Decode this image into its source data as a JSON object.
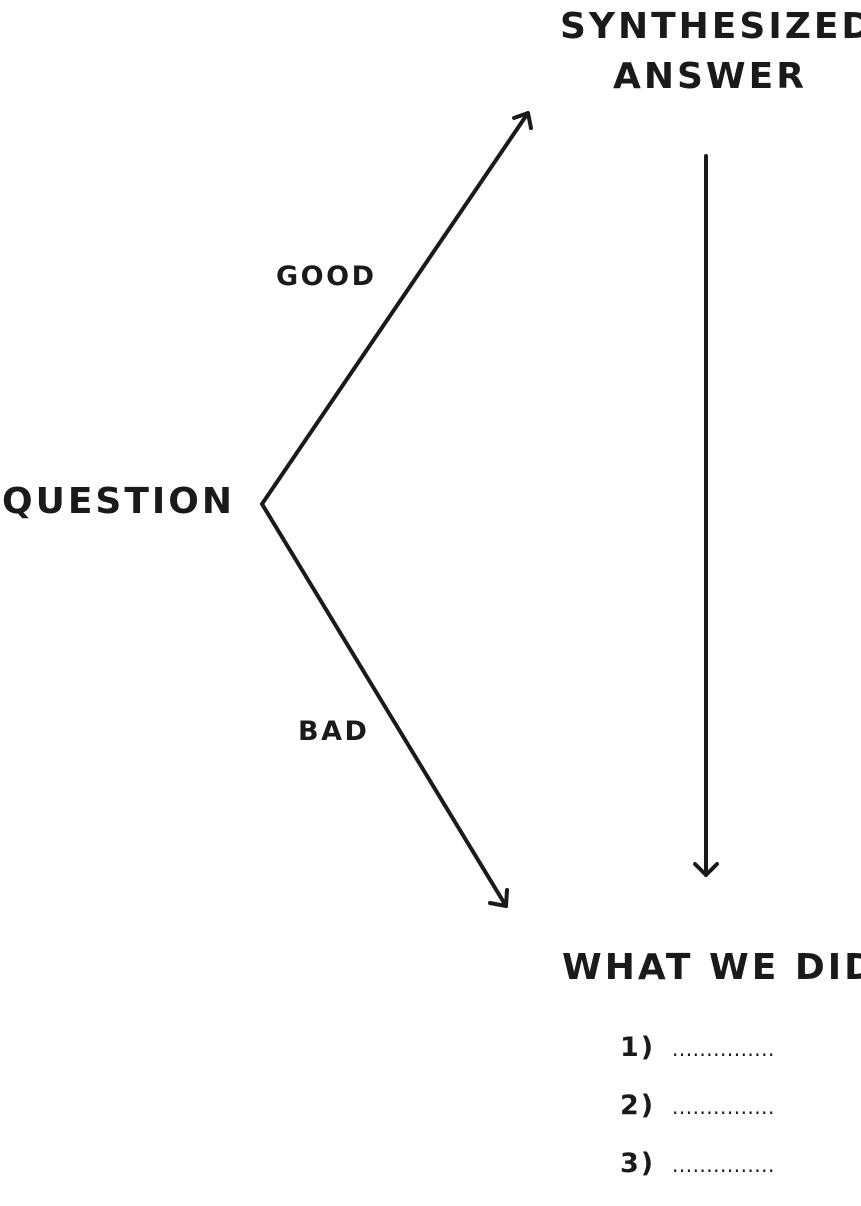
{
  "nodes": {
    "question": "QUESTION",
    "synthesized_answer": [
      "SYNTHESIZED",
      "ANSWER"
    ],
    "what_we_did": "WHAT WE DID"
  },
  "edges": {
    "good": "GOOD",
    "bad": "BAD"
  },
  "steps": [
    {
      "number": "1)",
      "placeholder": "..............."
    },
    {
      "number": "2)",
      "placeholder": "..............."
    },
    {
      "number": "3)",
      "placeholder": "..............."
    }
  ],
  "colors": {
    "ink": "#1a1a1a",
    "background": "#ffffff"
  }
}
